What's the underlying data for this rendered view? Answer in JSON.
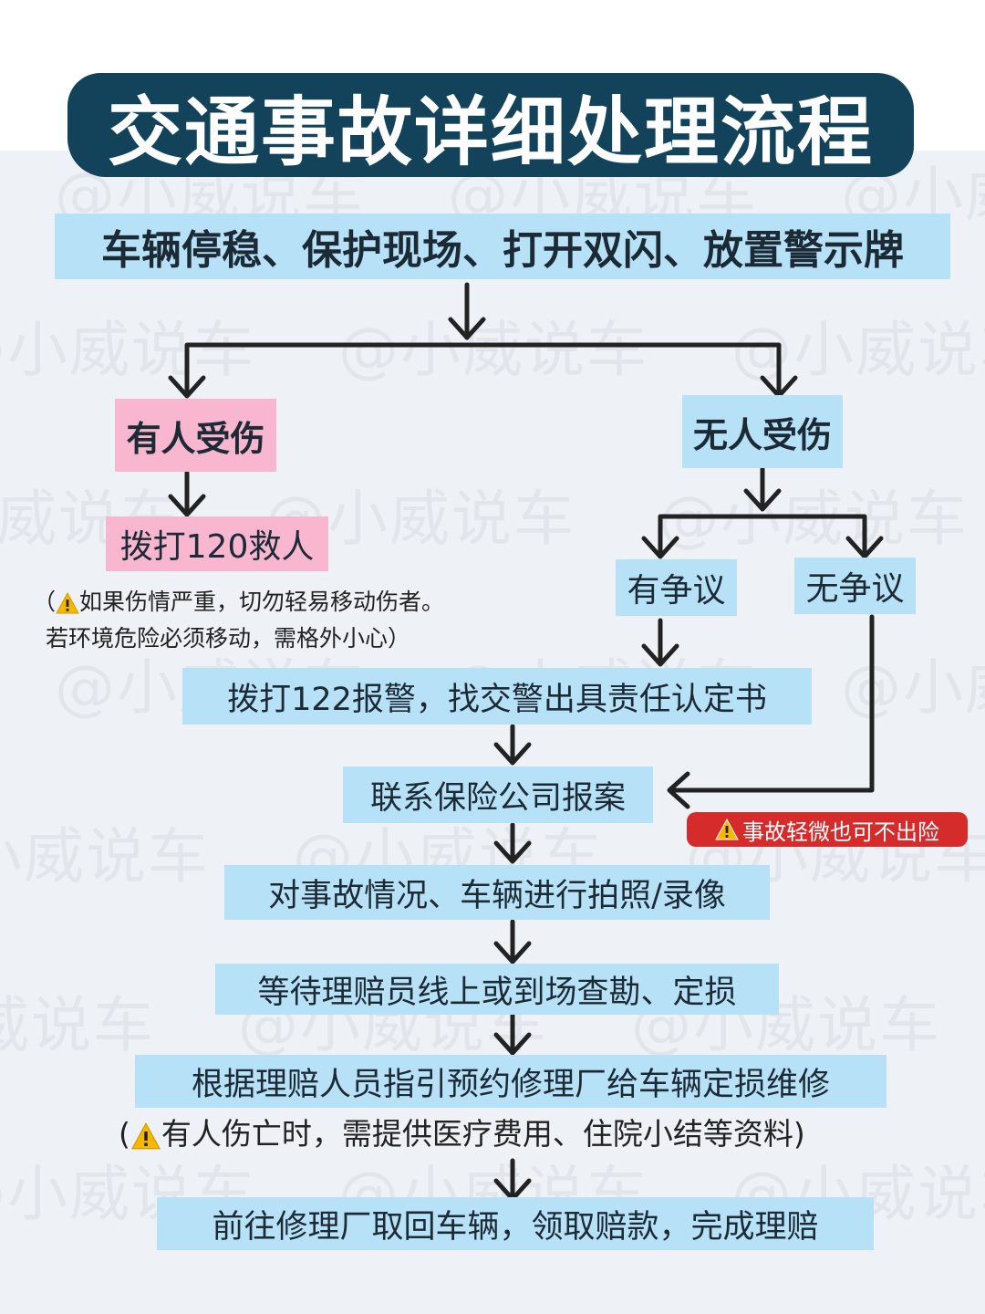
{
  "title": "交通事故详细处理流程",
  "watermark": "@小威说车",
  "steps": {
    "step1": "车辆停稳、保护现场、打开双闪、放置警示牌",
    "injured": "有人受伤",
    "not_injured": "无人受伤",
    "call_120": "拨打120救人",
    "dispute": "有争议",
    "no_dispute": "无争议",
    "call_122": "拨打122报警，找交警出具责任认定书",
    "contact_insurer": "联系保险公司报案",
    "photo": "对事故情况、车辆进行拍照/录像",
    "wait_adjuster": "等待理赔员线上或到场查勘、定损",
    "repair": "根据理赔人员指引预约修理厂给车辆定损维修",
    "pickup": "前往修理厂取回车辆，领取赔款，完成理赔"
  },
  "notes": {
    "injury_note_open": "（",
    "injury_note_line1": "如果伤情严重，切勿轻易移动伤者。",
    "injury_note_line2": "若环境危险必须移动，需格外小心）",
    "repair_note_open": "(",
    "repair_note_text": "有人伤亡时，需提供医疗费用、住院小结等资料)",
    "minor_badge": "事故轻微也可不出险"
  },
  "icons": {
    "warning": "warning-triangle-icon"
  },
  "colors": {
    "title_bg": "#13435a",
    "box_blue": "#b7e1f6",
    "box_pink": "#f8b7cf",
    "badge_red": "#d52b2b",
    "arrow": "#222222",
    "warning_yellow": "#f5b800"
  }
}
